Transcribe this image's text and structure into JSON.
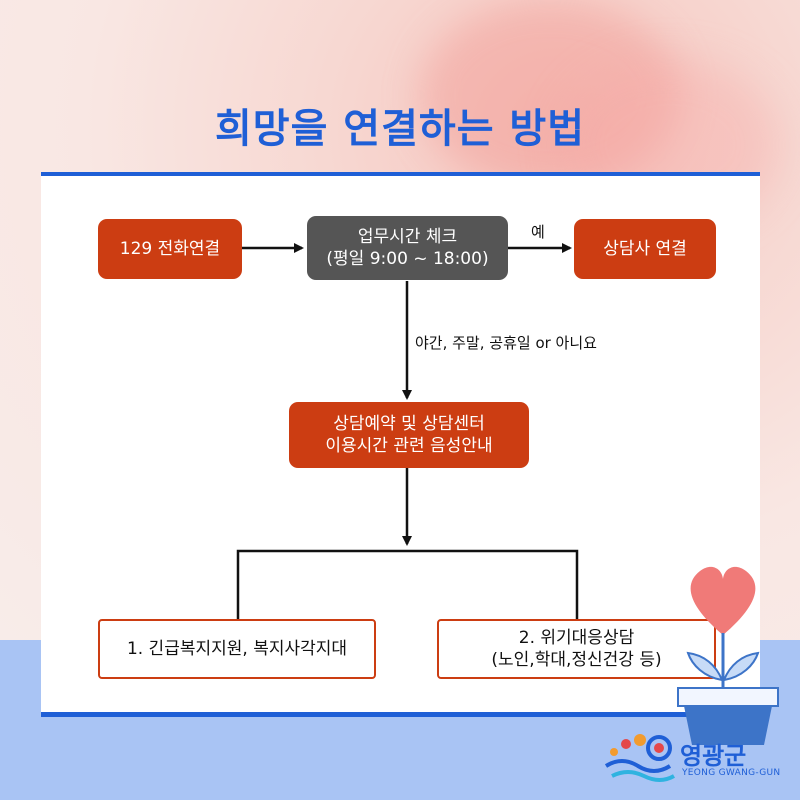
{
  "title": "희망을 연결하는 방법",
  "diagram": {
    "nodes": {
      "call": "129 전화연결",
      "check_line1": "업무시간 체크",
      "check_line2": "(평일 9:00 ~ 18:00)",
      "counselor": "상담사 연결",
      "voice_line1": "상담예약 및 상담센터",
      "voice_line2": "이용시간 관련 음성안내",
      "option1": "1. 긴급복지지원, 복지사각지대",
      "option2_line1": "2. 위기대응상담",
      "option2_line2": "(노인,학대,정신건강 등)"
    },
    "edges": {
      "yes": "예",
      "no": "야간, 주말, 공휴일 or 아니요"
    }
  },
  "logo": {
    "name": "영광군",
    "sub": "YEONG GWANG-GUN"
  },
  "colors": {
    "title": "#1f5fd6",
    "node_orange": "#cc3d12",
    "node_gray": "#555555",
    "bottom_band": "#a9c4f4",
    "heart": "#f07a78"
  }
}
